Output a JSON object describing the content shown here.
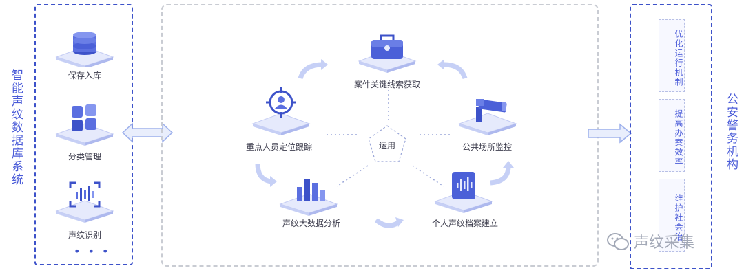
{
  "left_system": {
    "title": "智能声纹数据库系统",
    "items": [
      {
        "label": "保存入库",
        "icon": "database-icon"
      },
      {
        "label": "分类管理",
        "icon": "category-grid-icon"
      },
      {
        "label": "声纹识别",
        "icon": "voiceprint-scan-icon"
      }
    ],
    "more": "• • •"
  },
  "center": {
    "hub": "运用",
    "nodes": [
      {
        "label": "案件关键线索获取",
        "icon": "briefcase-icon"
      },
      {
        "label": "公共场所监控",
        "icon": "cctv-camera-icon"
      },
      {
        "label": "个人声纹档案建立",
        "icon": "voice-file-icon"
      },
      {
        "label": "声纹大数据分析",
        "icon": "bar-chart-icon"
      },
      {
        "label": "重点人员定位跟踪",
        "icon": "target-person-icon"
      }
    ]
  },
  "right_org": {
    "title": "公安警务机构",
    "items": [
      "优化运行机制",
      "提高办案效率",
      "维护社会治"
    ]
  },
  "watermark": "声纹采集",
  "colors": {
    "accent": "#3d52c9",
    "platform": "#dfe4fb",
    "arrow": "#b9c6f2"
  }
}
